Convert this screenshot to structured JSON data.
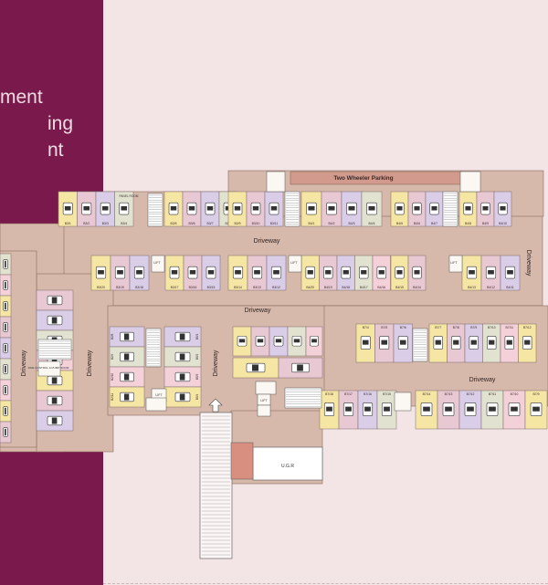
{
  "colors": {
    "panel": "#7a1a4c",
    "background": "#f3e5e6",
    "floor": "#d7b9ab",
    "slot_palette": [
      "#f6e6a3",
      "#e8c8d3",
      "#d9cde8",
      "#e2e2d0",
      "#f4d0d8"
    ]
  },
  "side_panel": {
    "text_line_1": "ment",
    "text_line_2": "ing",
    "text_line_3": "nt"
  },
  "plan": {
    "labels": {
      "two_wheeler": "Two Wheeler Parking",
      "driveway": "Driveway",
      "panel_room": "PANEL ROOM",
      "fire_control": "FIRE CONTROL & PUMP ROOM",
      "lift": "LIFT",
      "ugr": "U.G.R"
    },
    "rows": {
      "top_a": [
        "B3/1",
        "B3/2",
        "B3/3",
        "B3/4",
        "B3/5",
        "B3/6",
        "B3/7",
        "B3/8"
      ],
      "top_b": [
        "B3/9",
        "B3/10",
        "B3/11",
        "B4/1",
        "B4/2",
        "B4/3",
        "B4/4"
      ],
      "top_c": [
        "B4/5",
        "B4/6",
        "B4/7",
        "B4/8",
        "B4/9",
        "B4/10"
      ],
      "mid_a": [
        "B3/20",
        "B3/19",
        "B3/18",
        "B3/17",
        "B3/16",
        "B3/15"
      ],
      "mid_b": [
        "B3/14",
        "B3/13",
        "B3/12",
        "B4/20",
        "B4/19",
        "B4/18",
        "B4/17",
        "B4/16",
        "B4/15",
        "B4/14",
        "B4/13",
        "B4/12",
        "B4/11"
      ],
      "east_top": [
        "B7/4",
        "B7/5",
        "B7/6",
        "B7/7",
        "B7/8",
        "B7/9",
        "B7/10",
        "B7/11",
        "B7/12"
      ],
      "east_bottom": [
        "B7/18",
        "B7/17",
        "B7/16",
        "B7/15",
        "B7/14",
        "B7/13",
        "B7/12",
        "B7/11",
        "B7/10",
        "B7/9"
      ],
      "block_left": [
        "B2/8",
        "B2/9",
        "B2/10",
        "B2/11"
      ],
      "block_right": [
        "B5/1",
        "B5/2",
        "B5/3",
        "B5/4"
      ]
    }
  }
}
